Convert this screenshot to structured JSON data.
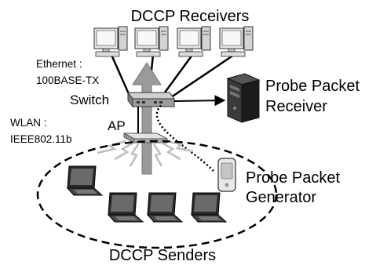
{
  "labels": {
    "receivers_title": "DCCP Receivers",
    "ethernet_line1": "Ethernet :",
    "ethernet_line2": "100BASE-TX",
    "switch": "Switch",
    "ap": "AP",
    "wlan_line1": "WLAN :",
    "wlan_line2": "IEEE802.11b",
    "probe_receiver_line1": "Probe Packet",
    "probe_receiver_line2": "Receiver",
    "probe_generator_line1": "Probe Packet",
    "probe_generator_line2": "Generator",
    "senders_title": "DCCP Senders"
  },
  "nodes": {
    "receivers": [
      "desktop-pc",
      "desktop-pc",
      "desktop-pc",
      "desktop-pc"
    ],
    "senders": [
      "laptop",
      "laptop",
      "laptop",
      "laptop"
    ],
    "probe_receiver": "tower-pc",
    "probe_generator": "pda",
    "switch": "network-switch",
    "ap": "access-point"
  },
  "colors": {
    "flow_arrow": "#9a9a9a",
    "cable": "#000000",
    "signal": "#b8b8b8",
    "ellipse": "#000000"
  }
}
